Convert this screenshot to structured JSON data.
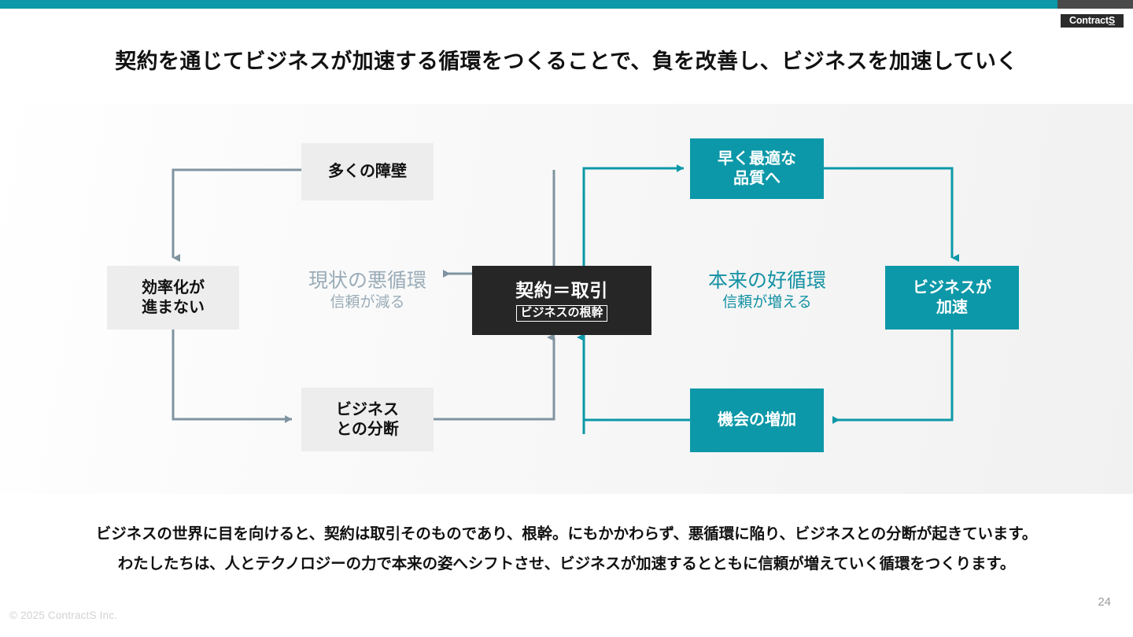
{
  "brand": {
    "logo_text": "ContractS",
    "logo_underlined_char": "S",
    "top_bar_color": "#0C98A8",
    "top_bar_dark_color": "#4A4A4A"
  },
  "header": {
    "title": "契約を通じてビジネスが加速する循環をつくることで、負を改善し、ビジネスを加速していく"
  },
  "diagram": {
    "center_node": {
      "main": "契約＝取引",
      "sub": "ビジネスの根幹",
      "bg_color": "#262626",
      "text_color": "#ffffff"
    },
    "bad_cycle": {
      "caption_main": "現状の悪循環",
      "caption_sub": "信頼が減る",
      "caption_color": "#9AACB8",
      "node_bg_color": "#EDEDED",
      "arrow_color": "#7F94A0",
      "nodes": [
        {
          "id": "many-barriers",
          "label": "多くの障壁"
        },
        {
          "id": "no-efficiency",
          "label": "効率化が\n進まない"
        },
        {
          "id": "disconnect-business",
          "label": "ビジネス\nとの分断"
        }
      ]
    },
    "good_cycle": {
      "caption_main": "本来の好循環",
      "caption_sub": "信頼が増える",
      "caption_color": "#1391A3",
      "node_bg_color": "#0C98A8",
      "arrow_color": "#0C98A8",
      "nodes": [
        {
          "id": "fast-optimal-quality",
          "label": "早く最適な\n品質へ"
        },
        {
          "id": "business-accelerates",
          "label": "ビジネスが\n加速"
        },
        {
          "id": "more-opportunity",
          "label": "機会の増加"
        }
      ]
    }
  },
  "description": {
    "line1": "ビジネスの世界に目を向けると、契約は取引そのものであり、根幹。にもかかわらず、悪循環に陥り、ビジネスとの分断が起きています。",
    "line2": "わたしたちは、人とテクノロジーの力で本来の姿へシフトさせ、ビジネスが加速するとともに信頼が増えていく循環をつくります。"
  },
  "footer": {
    "copyright": "© 2025 ContractS Inc.",
    "page_number": "24"
  }
}
